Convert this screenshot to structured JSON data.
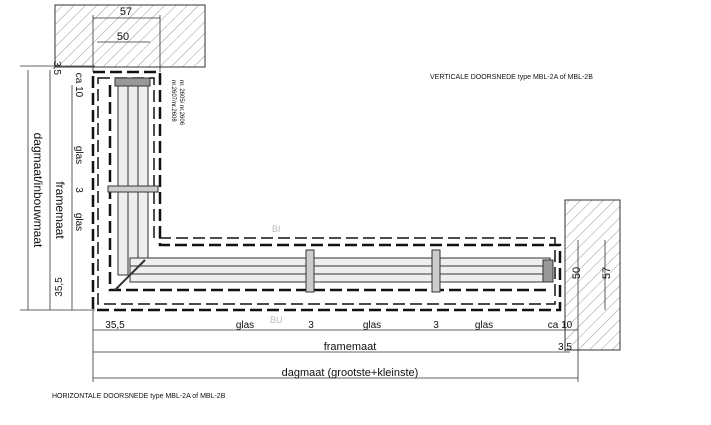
{
  "titles": {
    "vertical": "VERTICALE DOORSNEDE type  MBL-2A of MBL-2B",
    "horizontal": "HORIZONTALE DOORSNEDE type  MBL-2A of MBL-2B"
  },
  "top_dims": {
    "outer": "57",
    "inner": "50"
  },
  "right_dims": {
    "outer": "57",
    "inner": "50"
  },
  "left_dims": {
    "gap": "3,5",
    "ca": "ca 10",
    "glas1": "glas",
    "mullion": "3",
    "glas2": "glas",
    "corner": "35,5",
    "framemaat": "framemaat",
    "dagmaat": "dagmaat/inbouwmaat"
  },
  "bottom_dims": {
    "corner": "35,5",
    "glas1": "glas",
    "m1": "3",
    "glas2": "glas",
    "m2": "3",
    "glas3": "glas",
    "ca": "ca 10",
    "gap": "3,5",
    "framemaat": "framemaat",
    "dagmaat": "dagmaat (grootste+kleinste)"
  },
  "labels": {
    "bi": "BI",
    "bu": "BU",
    "part1": "nr. 2605/ nr.2606",
    "part2": "nr.2607/nr.2608"
  }
}
